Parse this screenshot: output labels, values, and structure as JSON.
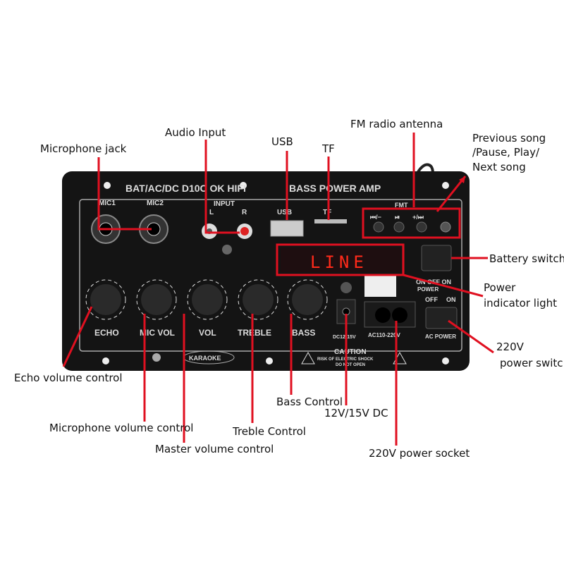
{
  "panel": {
    "title_left": "BAT/AC/DC D10C OK HIFI",
    "title_right": "BASS POWER AMP",
    "mic1": "MIC1",
    "mic2": "MIC2",
    "input": "INPUT",
    "input_l": "L",
    "input_r": "R",
    "usb": "USB",
    "tf": "TF",
    "fmt": "FMT",
    "btn_prev": "⏮/−",
    "btn_play": "⏯",
    "btn_next": "+/⏭",
    "display": "LINE",
    "knobs": [
      "ECHO",
      "MIC VOL",
      "VOL",
      "TREBLE",
      "BASS"
    ],
    "dc": "DC12-15V",
    "ac": "AC110-220V",
    "power": "POWER",
    "on_off": "ON OFF ON",
    "off": "OFF",
    "on": "ON",
    "ac_power": "AC POWER",
    "karaoke": "KARAOKE",
    "caution": "CAUTION",
    "caution_1": "RISK OF ELECTRIC SHOCK",
    "caution_2": "DO NOT OPEN"
  },
  "labels": {
    "mic_jack": "Microphone jack",
    "audio_input": "Audio Input",
    "usb": "USB",
    "tf": "TF",
    "fm": "FM radio antenna",
    "song_1": "Previous song",
    "song_2": "/Pause, Play/",
    "song_3": "Next song",
    "battery": "Battery switch",
    "power_1": "Power",
    "power_2": "indicator light",
    "sw_1": "220V",
    "sw_2": "power switc",
    "echo": "Echo volume control",
    "mic_vol": "Microphone volume control",
    "master": "Master volume control",
    "treble": "Treble Control",
    "bass": "Bass Control",
    "dc": "12V/15V DC",
    "socket": "220V power socket"
  },
  "colors": {
    "annotation": "#e01020",
    "panel": "#141414",
    "display_text": "#ff2a1a"
  }
}
